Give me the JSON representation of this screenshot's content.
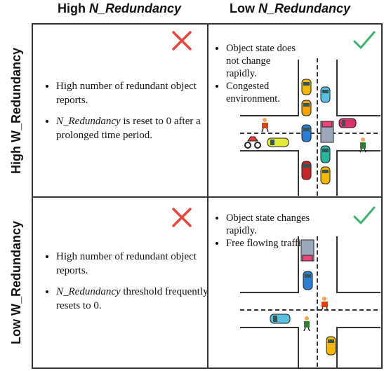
{
  "headers": {
    "col_high_prefix": "High ",
    "col_high_var": "N_Redundancy",
    "col_low_prefix": "Low ",
    "col_low_var": "N_Redundancy",
    "row_high": "High W_Redundancy",
    "row_low": "Low W_Redundancy"
  },
  "cells": {
    "tl": {
      "bullet1": "High number of redundant object reports.",
      "bullet2_var": "N_Redundancy",
      "bullet2_rest": " is reset to 0 after a prolonged time period."
    },
    "tr": {
      "bullet1": "Object state does not change rapidly.",
      "bullet2": "Congested environment."
    },
    "bl": {
      "bullet1": "High number of redundant object reports.",
      "bullet2_var": "N_Redundancy",
      "bullet2_rest": " threshold frequently resets to 0."
    },
    "br": {
      "bullet1": "Object state changes rapidly.",
      "bullet2": "Free flowing traffic"
    }
  },
  "colors": {
    "cross": "#e8453c",
    "check": "#3cb371",
    "road_line": "#333333"
  }
}
